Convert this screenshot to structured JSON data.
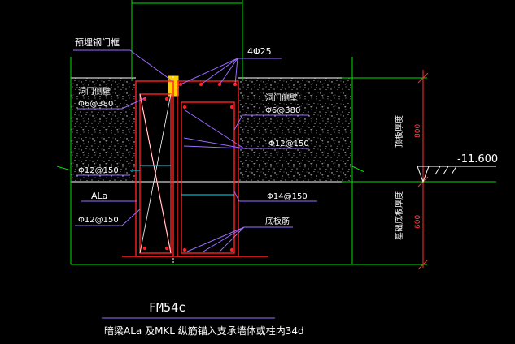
{
  "labels": {
    "embedded_column": "预埋钢门框",
    "top_bars": "4Φ25",
    "left_stirrup_name": "洞门侧壁",
    "left_stirrup_spec": "Φ6@380",
    "right_stirrup_name": "洞门侧壁",
    "right_stirrup_spec": "Φ6@380",
    "right_tie": "Φ12@150",
    "left_tie": "Φ12@150",
    "beam_name": "ALa",
    "left_vertical": "Φ12@150",
    "right_vertical": "Φ14@150",
    "bottom_bar": "底板筋"
  },
  "dimensions": {
    "top_section_label": "顶板厚度",
    "top_section_value": "800",
    "bottom_section_label": "基础底板厚度",
    "bottom_section_value": "600",
    "elevation": "-11.600"
  },
  "title": {
    "main": "FM54c",
    "note": "暗梁ALa 及MKL 纵筋锚入支承墙体或柱内34d"
  },
  "colors": {
    "background": "#000000",
    "rebar": "#ff2020",
    "leader": "#9b6bff",
    "grid": "#00e000",
    "cyan": "#00e0ff",
    "concrete": "#d8d8d8"
  }
}
